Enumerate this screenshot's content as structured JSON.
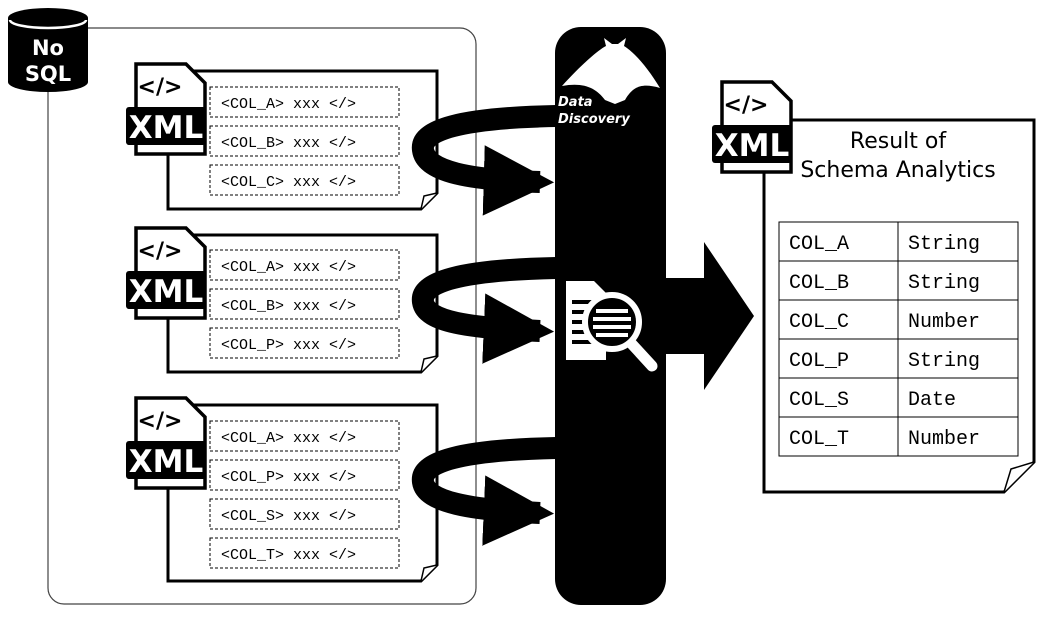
{
  "db_label": {
    "line1": "No",
    "line2": "SQL"
  },
  "xml_badge": {
    "tag": "</>",
    "text": "XML"
  },
  "docs": [
    {
      "fields": [
        "<COL_A> xxx </>",
        "<COL_B> xxx </>",
        "<COL_C> xxx </>"
      ]
    },
    {
      "fields": [
        "<COL_A> xxx </>",
        "<COL_B> xxx </>",
        "<COL_P> xxx </>"
      ]
    },
    {
      "fields": [
        "<COL_A> xxx </>",
        "<COL_P> xxx </>",
        "<COL_S> xxx </>",
        "<COL_T> xxx </>"
      ]
    }
  ],
  "logo": {
    "line1": "Data",
    "line2": "Discovery"
  },
  "result": {
    "title_line1": "Result of",
    "title_line2": "Schema Analytics",
    "rows": [
      {
        "col": "COL_A",
        "type": "String"
      },
      {
        "col": "COL_B",
        "type": "String"
      },
      {
        "col": "COL_C",
        "type": "Number"
      },
      {
        "col": "COL_P",
        "type": "String"
      },
      {
        "col": "COL_S",
        "type": "Date"
      },
      {
        "col": "COL_T",
        "type": "Number"
      }
    ]
  },
  "colors": {
    "ink": "#000000",
    "paper": "#ffffff",
    "panel_border": "#444444"
  },
  "icons": [
    "database-icon",
    "xml-file-icon",
    "manta-ray-logo-icon",
    "document-search-icon",
    "curved-arrow-icon",
    "right-arrow-icon"
  ]
}
